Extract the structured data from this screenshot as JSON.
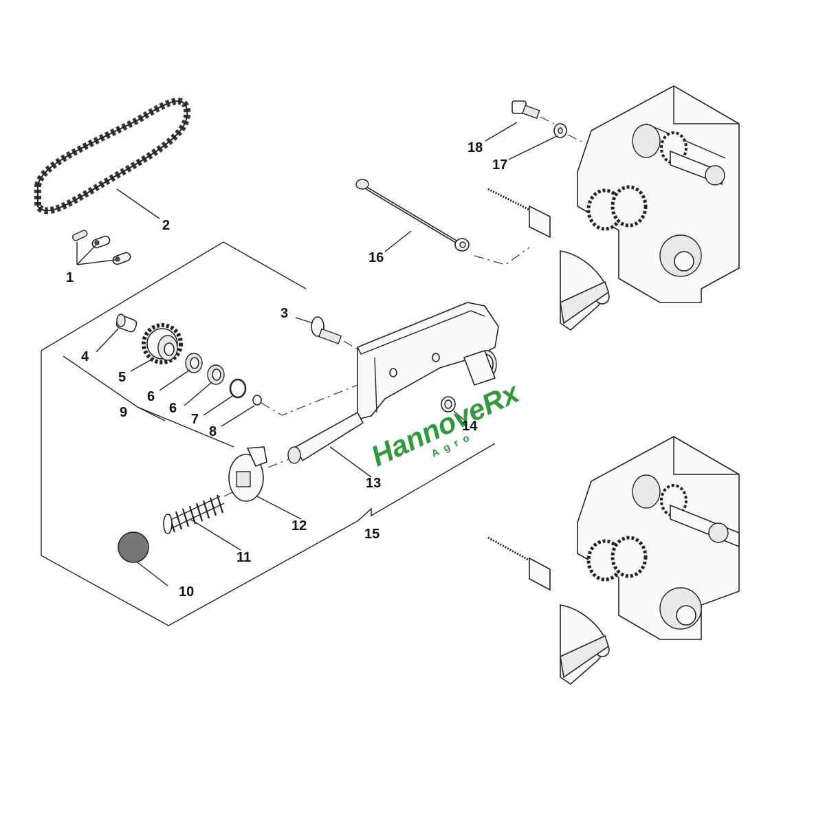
{
  "watermark": {
    "brand": "HannoveRx",
    "sub": "Agro"
  },
  "callouts": [
    {
      "id": "1",
      "label": "1"
    },
    {
      "id": "2",
      "label": "2"
    },
    {
      "id": "3",
      "label": "3"
    },
    {
      "id": "4",
      "label": "4"
    },
    {
      "id": "5",
      "label": "5"
    },
    {
      "id": "6a",
      "label": "6"
    },
    {
      "id": "6b",
      "label": "6"
    },
    {
      "id": "7",
      "label": "7"
    },
    {
      "id": "8",
      "label": "8"
    },
    {
      "id": "9",
      "label": "9"
    },
    {
      "id": "10",
      "label": "10"
    },
    {
      "id": "11",
      "label": "11"
    },
    {
      "id": "12",
      "label": "12"
    },
    {
      "id": "13",
      "label": "13"
    },
    {
      "id": "14",
      "label": "14"
    },
    {
      "id": "15",
      "label": "15"
    },
    {
      "id": "16",
      "label": "16"
    },
    {
      "id": "17",
      "label": "17"
    },
    {
      "id": "18",
      "label": "18"
    }
  ],
  "colors": {
    "watermark": "#2f9a3c",
    "lines": "#222222",
    "background": "#ffffff"
  }
}
